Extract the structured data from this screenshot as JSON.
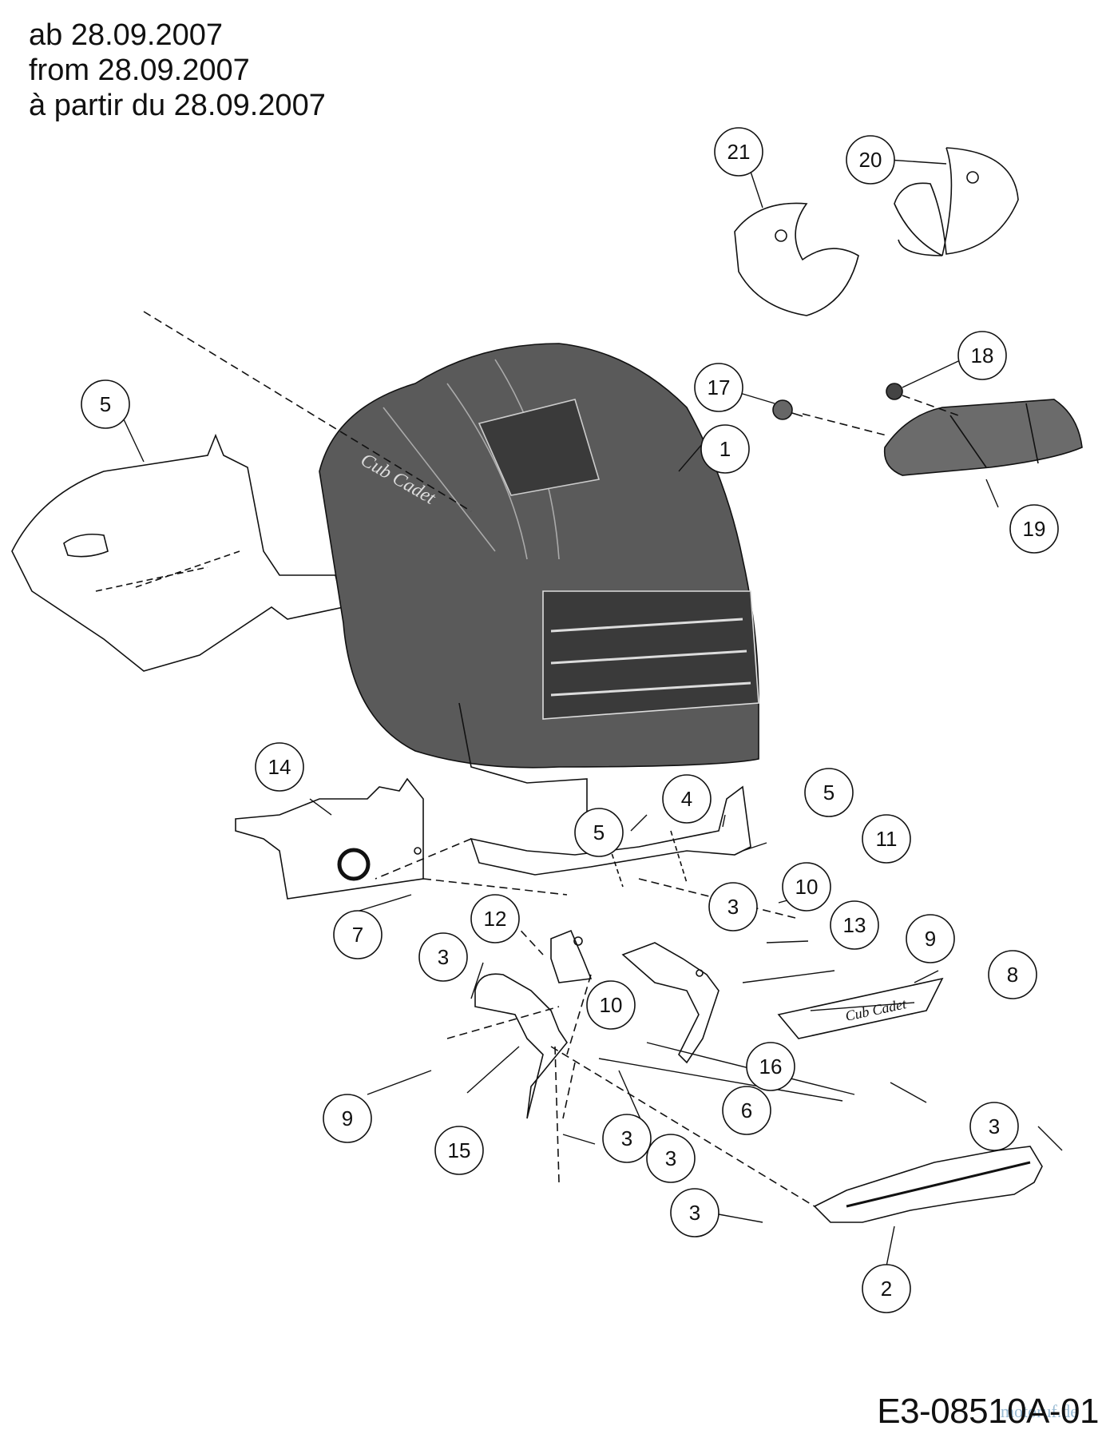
{
  "header": {
    "line_de": "ab 28.09.2007",
    "line_en": "from 28.09.2007",
    "line_fr": "à partir du 28.09.2007"
  },
  "drawing_code": "E3-08510A-01",
  "watermark": "motoruf.de",
  "parts": {
    "p1": "1",
    "p2": "2",
    "p3": "3",
    "p4": "4",
    "p5": "5",
    "p6": "6",
    "p7": "7",
    "p8": "8",
    "p9": "9",
    "p10": "10",
    "p11": "11",
    "p12": "12",
    "p13": "13",
    "p14": "14",
    "p15": "15",
    "p16": "16",
    "p17": "17",
    "p18": "18",
    "p19": "19",
    "p20": "20",
    "p21": "21"
  },
  "brand_text": "Cub Cadet",
  "colors": {
    "line": "#111111",
    "hood_fill": "#5a5a5a",
    "hood_dark": "#3a3a3a",
    "watermark": "#7fa9c9"
  }
}
